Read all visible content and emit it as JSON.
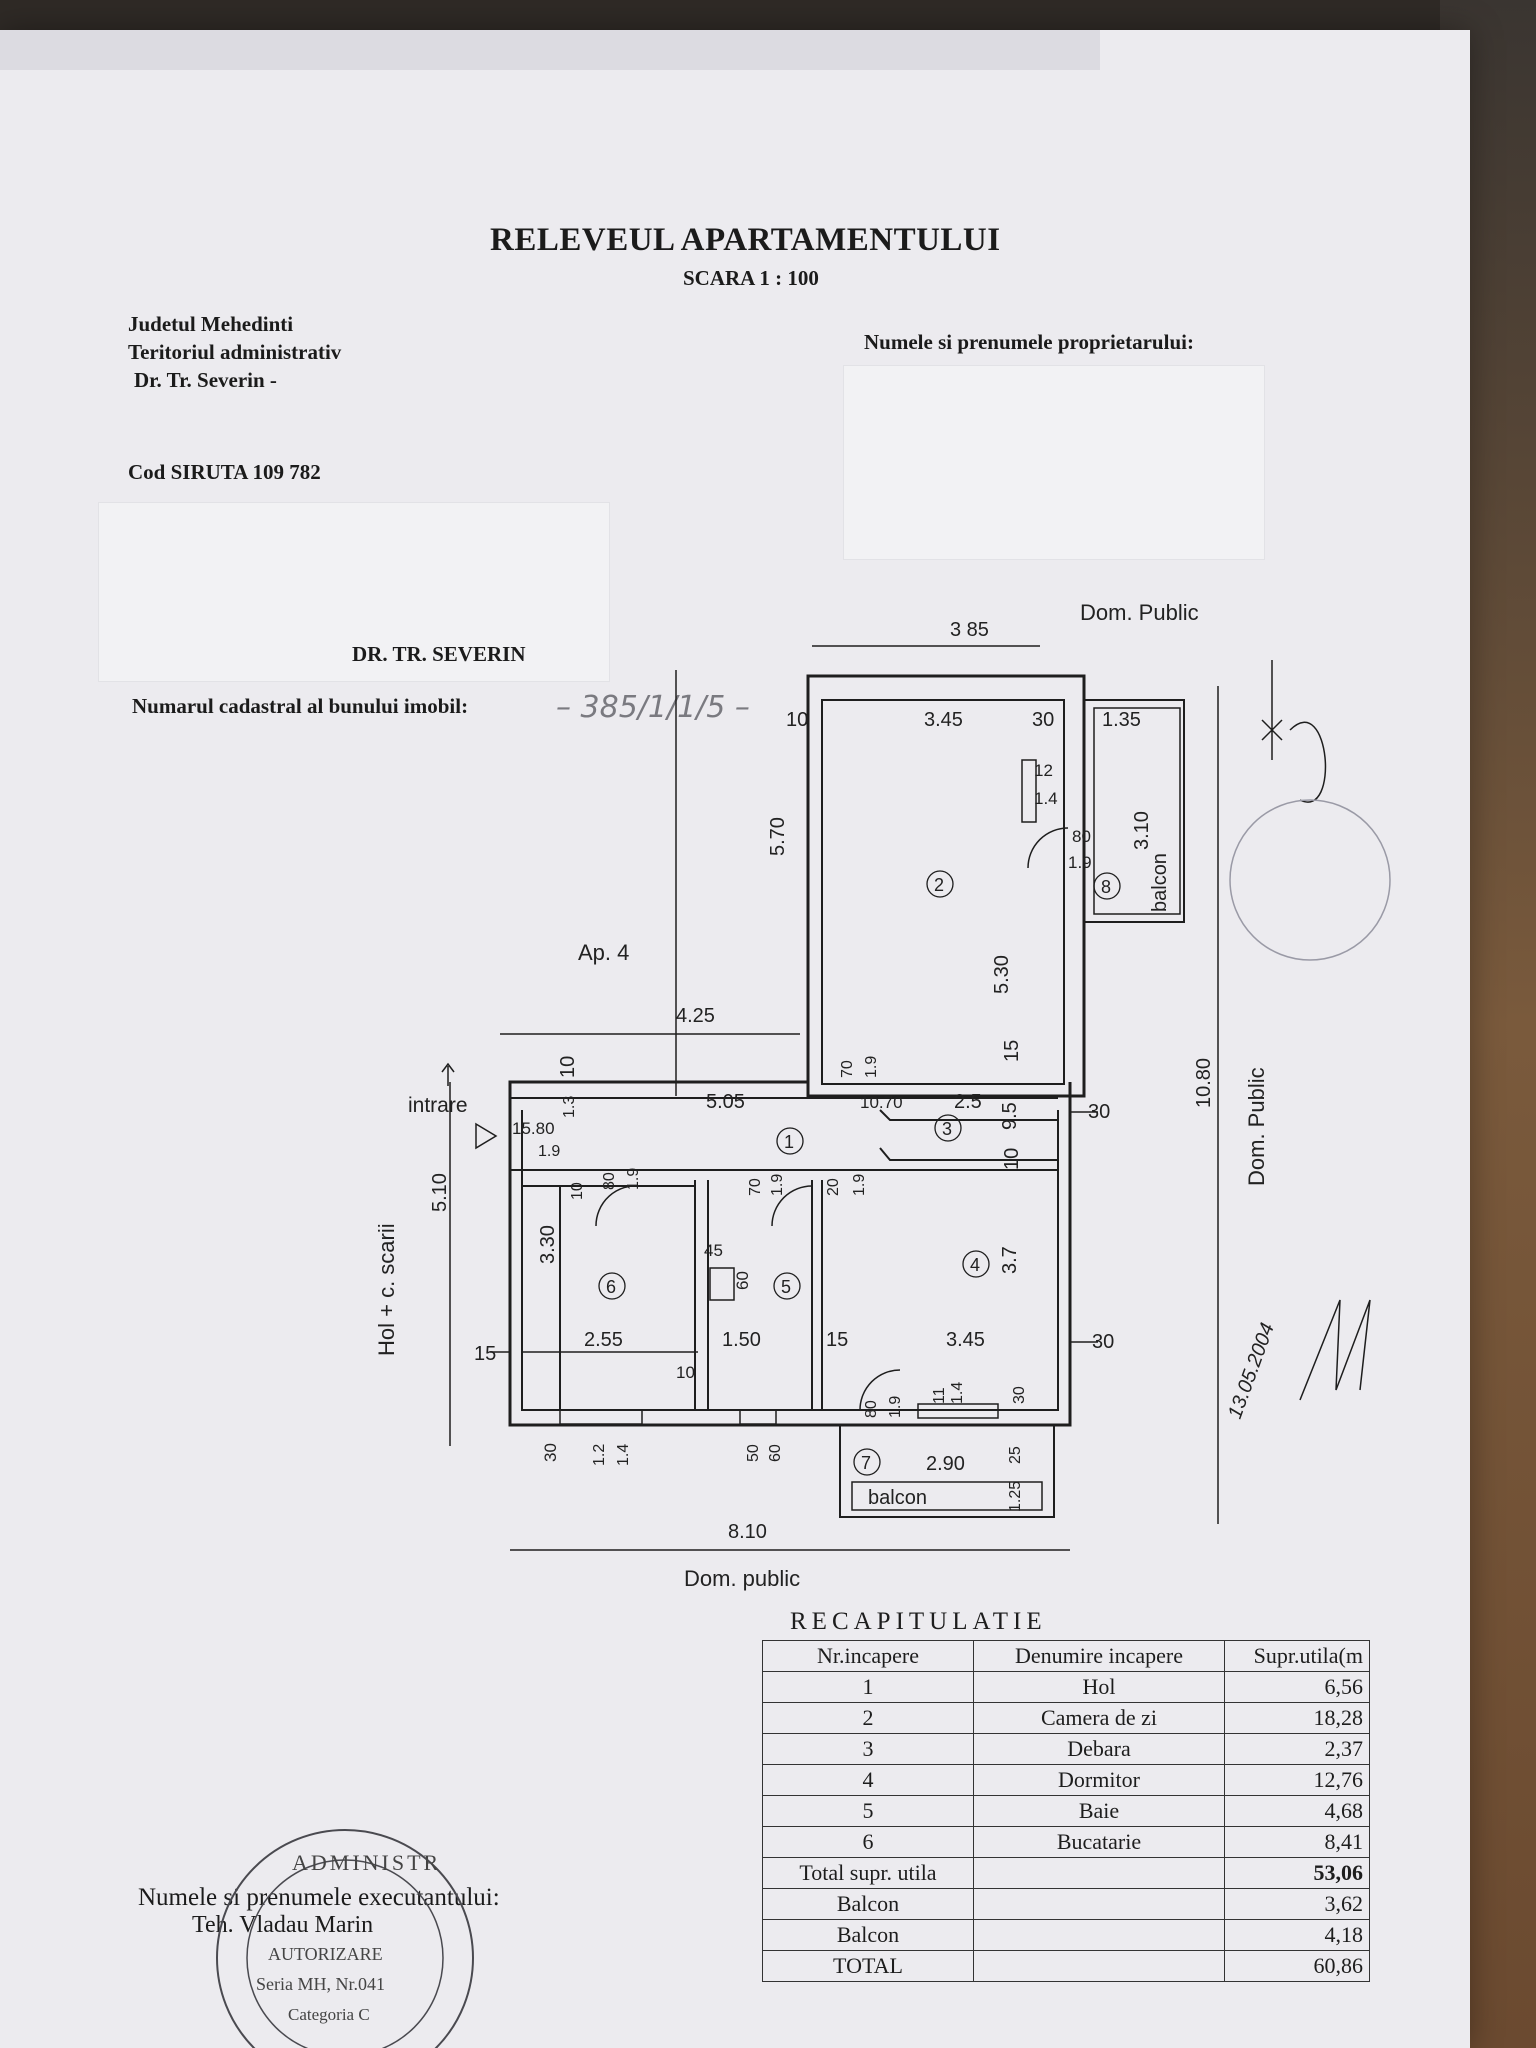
{
  "title": "RELEVEUL APARTAMENTULUI",
  "scale": "SCARA 1 : 100",
  "county": "Judetul Mehedinti",
  "territory": "Teritoriul administrativ",
  "city": "Dr. Tr. Severin -",
  "siruta": "Cod SIRUTA 109 782",
  "owner_label": "Numele si prenumele proprietarului:",
  "locality": "DR. TR. SEVERIN",
  "cadastral_label": "Numarul cadastral al bunului imobil:",
  "cadastral_number": "– 385/1/1/5 –",
  "plan": {
    "dom_public_top": "Dom. Public",
    "dom_public_right": "Dom. Public",
    "dom_public_bottom": "Dom. public",
    "ap_label": "Ap. 4",
    "entrance": "intrare",
    "stairs": "Hol + c. scarii",
    "balcony": "balcon",
    "rooms": [
      "1",
      "2",
      "3",
      "4",
      "5",
      "6",
      "7",
      "8"
    ],
    "dims": {
      "d385": "3 85",
      "d345a": "3.45",
      "d30a": "30",
      "d135": "1.35",
      "d10a": "10",
      "d570": "5.70",
      "d12": "12",
      "d14a": "1.4",
      "d80a": "80",
      "d19a": "1.9",
      "d310": "3.10",
      "d530": "5.30",
      "d425": "4.25",
      "d1080": "10.80",
      "d505": "5.05",
      "d1070": "10.70",
      "d25": "2.5",
      "d95": "9.5",
      "d30b": "30",
      "d15a": "15",
      "d10b": "10",
      "d10c": "10",
      "d13": "1.3",
      "d1580": "15.80",
      "d19b": "1.9",
      "d510": "5.10",
      "d80b": "80",
      "d19c": "1.9",
      "d70": "70",
      "d19d": "1.9",
      "d20": "20",
      "d19e": "1.9",
      "d10d": "10",
      "d330": "3.30",
      "d45": "45",
      "d60a": "60",
      "d37": "3.7",
      "d255": "2.55",
      "d150": "1.50",
      "d15b": "15",
      "d345b": "3.45",
      "d30c": "30",
      "d15c": "15",
      "d10e": "10",
      "d80c": "80",
      "d19f": "1.9",
      "d11": "11",
      "d14b": "1.4",
      "d30d": "30",
      "d30e": "30",
      "d12b": "1.2",
      "d14c": "1.4",
      "d50": "50",
      "d60b": "60",
      "d290": "2.90",
      "d25b": "25",
      "d125": "1.25",
      "d810": "8.10",
      "d70b": "70",
      "d19g": "1.9"
    }
  },
  "recap": {
    "title": "RECAPITULATIE",
    "headers": [
      "Nr.incapere",
      "Denumire incapere",
      "Supr.utila(m"
    ],
    "rows": [
      [
        "1",
        "Hol",
        "6,56"
      ],
      [
        "2",
        "Camera de zi",
        "18,28"
      ],
      [
        "3",
        "Debara",
        "2,37"
      ],
      [
        "4",
        "Dormitor",
        "12,76"
      ],
      [
        "5",
        "Baie",
        "4,68"
      ],
      [
        "6",
        "Bucatarie",
        "8,41"
      ]
    ],
    "total_util_label": "Total supr. utila",
    "total_util_value": "53,06",
    "balcon1_label": "Balcon",
    "balcon1_value": "3,62",
    "balcon2_label": "Balcon",
    "balcon2_value": "4,18",
    "total_label": "TOTAL",
    "total_value": "60,86"
  },
  "executor_label": "Numele si prenumele executantului:",
  "executor_name": "Teh. Vladau Marin",
  "stamp": {
    "top": "ADMINISTR",
    "line1": "AUTORIZARE",
    "line2": "Seria MH, Nr.041",
    "line3": "Categoria C"
  },
  "handwritten_date": "13.05.2004"
}
